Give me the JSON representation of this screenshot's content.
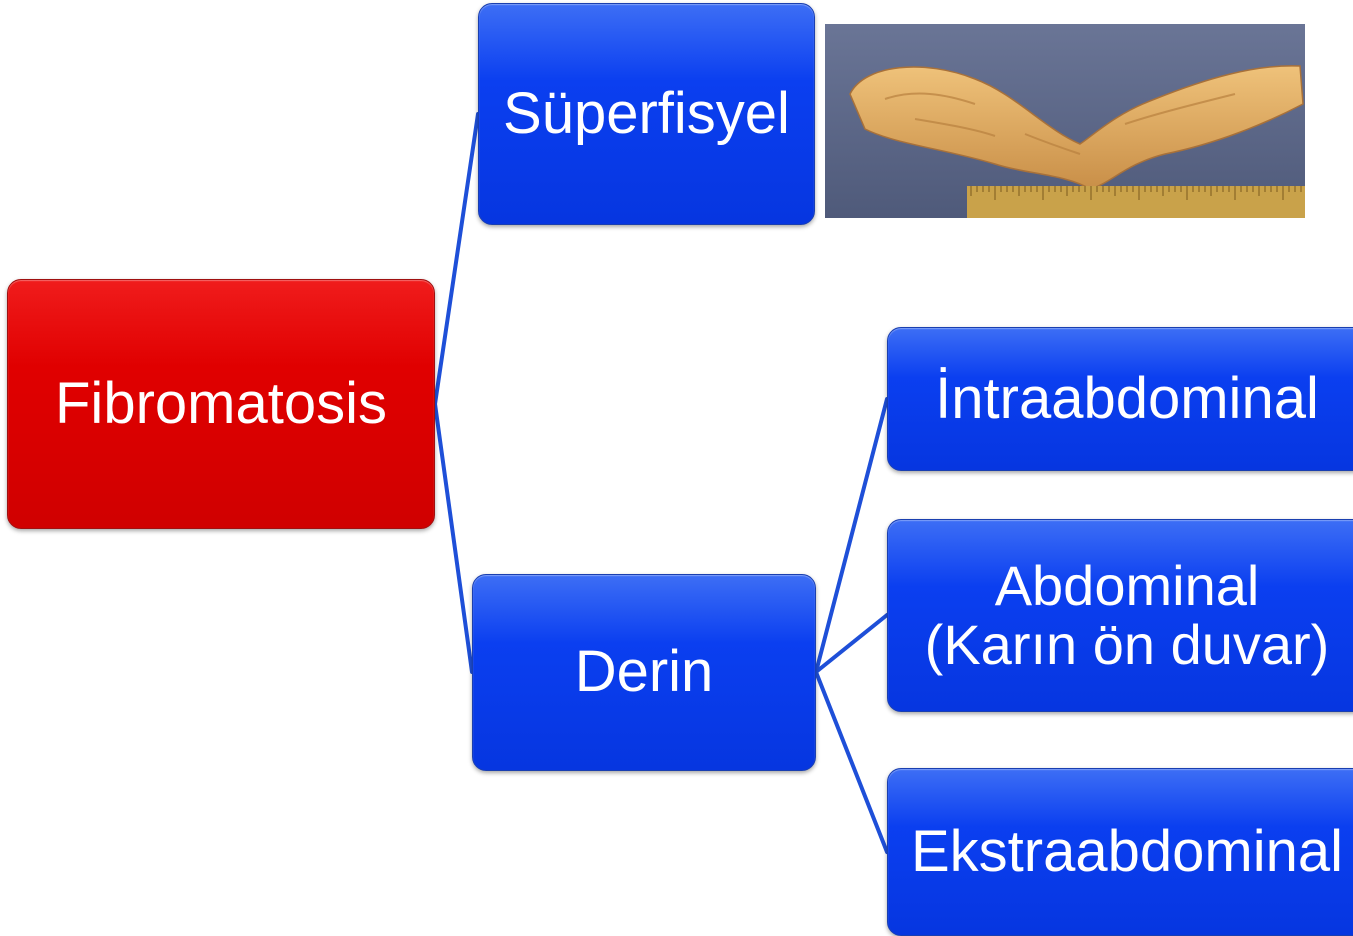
{
  "diagram": {
    "root": {
      "label": "Fibromatosis",
      "color": "#e00000"
    },
    "branches": {
      "superficial": {
        "label": "Süperfisyel"
      },
      "deep": {
        "label": "Derin"
      }
    },
    "deep_children": {
      "intra": {
        "label": "İntraabdominal"
      },
      "abdominal": {
        "line1": "Abdominal",
        "line2": "(Karın ön duvar)"
      },
      "extra": {
        "label": "Ekstraabdominal"
      }
    },
    "node_color": "#0b3ff0",
    "connector_color": "#1e4fd8"
  },
  "photo": {
    "subject": "gross-specimen-photo",
    "background_color": "#5a6586",
    "tissue_color": "#d9a45a",
    "ruler_color": "#c9a24a"
  }
}
